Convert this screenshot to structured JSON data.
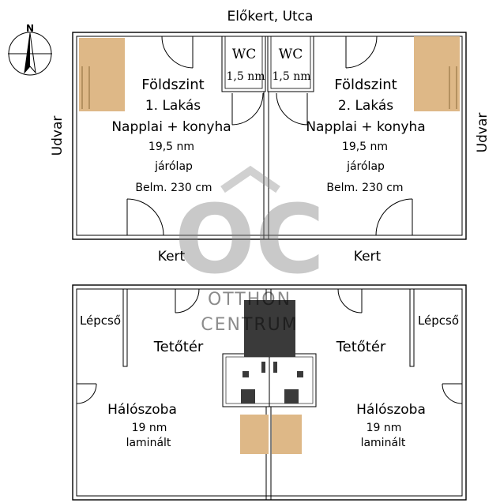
{
  "labels": {
    "top": "Előkert, Utca",
    "left_side": "Udvar",
    "right_side": "Udvar",
    "garden_left": "Kert",
    "garden_right": "Kert",
    "compass_n": "N"
  },
  "ground_floor": {
    "unit1": {
      "level": "Földszint",
      "name": "1. Lakás",
      "room": "Napplai + konyha",
      "area": "19,5 nm",
      "floor": "járólap",
      "height": "Belm. 230 cm"
    },
    "unit2": {
      "level": "Földszint",
      "name": "2. Lakás",
      "room": "Napplai + konyha",
      "area": "19,5 nm",
      "floor": "járólap",
      "height": "Belm. 230 cm"
    },
    "wc_left": {
      "name": "WC",
      "area": "1,5 nm"
    },
    "wc_right": {
      "name": "WC",
      "area": "1,5 nm"
    }
  },
  "attic": {
    "left": {
      "stairs": "Lépcső",
      "level": "Tetőtér",
      "room": "Hálószoba",
      "area": "19 nm",
      "floor": "laminált"
    },
    "right": {
      "stairs": "Lépcső",
      "level": "Tetőtér",
      "room": "Hálószoba",
      "area": "19 nm",
      "floor": "laminált"
    }
  },
  "watermark": {
    "logo": "OC",
    "line1": "OTTHON",
    "line2": "CENTRUM"
  },
  "colors": {
    "wall": "#000000",
    "wood": "#deb887",
    "furniture_dark": "#3a3a3a",
    "watermark": "#888888"
  }
}
